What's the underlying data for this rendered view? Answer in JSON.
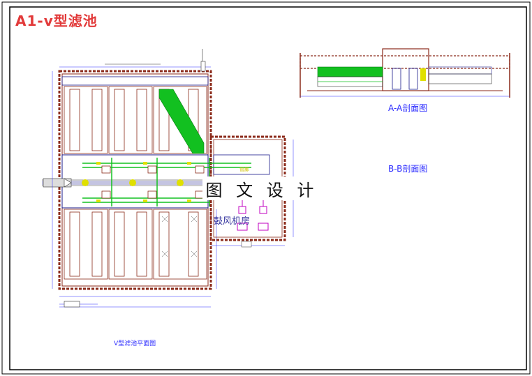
{
  "drawing": {
    "title": "A1-v型滤池",
    "watermark": "图 文 设 计",
    "section_aa_label": "A-A剖面图",
    "section_bb_label": "B-B剖面图",
    "plan_label": "V型滤池平面图",
    "blower_room_label": "鼓风机房",
    "pipe_gallery_label": "管廊"
  },
  "colors": {
    "border": "#000000",
    "wall": "#8b2a1a",
    "inner": "#1a1a8a",
    "green": "#12c020",
    "yellow": "#e0e000",
    "blue": "#2c2cff",
    "magenta": "#c000c0",
    "title": "#e23a3a"
  }
}
